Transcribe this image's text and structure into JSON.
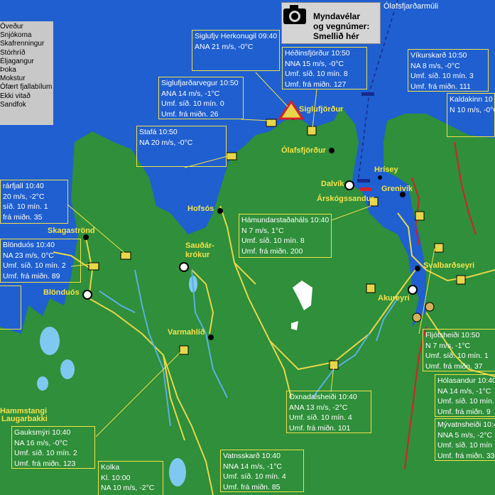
{
  "legend": {
    "items": [
      "Óveður",
      "Snjókoma",
      "Skafrenningur",
      "Stórhríð",
      "Éljagangur",
      "Þoka",
      "Mokstur",
      "Ófært fjallabílum",
      "Ekki vitað",
      "Sandfok"
    ]
  },
  "camera_banner": {
    "line1": "Myndavélar",
    "line2": "og vegnúmer:",
    "line3": "Smellið hér"
  },
  "place_olafsfjardarmuli": "Ólafsfjarðarmúli",
  "stations": {
    "siglufjardarvegur": {
      "name": "Siglufjarðarvegur 10:50",
      "wind": "ANA 14 m/s, -1°C",
      "traffic10": "Umf. síð. 10 mín. 0",
      "trafficMid": "Umf. frá miðn. 26"
    },
    "siglufjv_herkonugil": {
      "name": "Siglufjv Herkonugil 09:40",
      "wind": "ANA 21 m/s, -0°C"
    },
    "hedinsfjordur": {
      "name": "Héðinsfjörður 10:50",
      "wind": "NNA 15 m/s, -0°C",
      "traffic10": "Umf. síð. 10 mín. 8",
      "trafficMid": "Umf. frá miðn. 127"
    },
    "vikurskard": {
      "name": "Víkurskarð 10:50",
      "wind": "NA 8 m/s, -0°C",
      "traffic10": "Umf. síð. 10 mín. 3",
      "trafficMid": "Umf. frá miðn. 111"
    },
    "kaldakinn": {
      "name": "Kaldakinn 10",
      "wind": "N 10 m/s, -0°C"
    },
    "stafa": {
      "name": "Stafá 10:50",
      "wind": "NA 20 m/s, -0°C"
    },
    "thverarfjall": {
      "name": "rárfjall 10:40",
      "wind": "20 m/s, -2°C",
      "traffic10": "síð. 10 mín. 1",
      "trafficMid": "frá miðn. 35"
    },
    "blonduos": {
      "name": "Blönduós 10:40",
      "wind": "NA 23 m/s, 0°C",
      "traffic10": "Umf. síð. 10 mín. 2",
      "trafficMid": "Umf. frá miðn. 89"
    },
    "hamundarstadahals": {
      "name": "Hámundarstaðaháls 10:40",
      "wind": "N 7 m/s, 1°C",
      "traffic10": "Umf. síð. 10 mín. 8",
      "trafficMid": "Umf. frá miðn. 200"
    },
    "fljotsheidi": {
      "name": "Fljótsheiði 10:50",
      "wind": "N 7 m/s, -1°C",
      "traffic10": "Umf. síð. 10 mín. 1",
      "trafficMid": "Umf. frá miðn. 37"
    },
    "holasandur": {
      "name": "Hólasandur 10:40",
      "wind": "NA 14 m/s, -1°C",
      "traffic10": "Umf. síð. 10 mín. 2",
      "trafficMid": "Umf. frá miðn. 9"
    },
    "myvatnsheidi": {
      "name": "Mývatnsheiði 10:4",
      "wind": "NNA 5 m/s, -2°C",
      "traffic10": "Umf. síð. 10 mín",
      "trafficMid": "Umf. frá miðn. 33"
    },
    "oxnadalsheidi": {
      "name": "Öxnadalsheiði 10:40",
      "wind": "ANA 13 m/s, -2°C",
      "traffic10": "Umf. síð. 10 mín. 4",
      "trafficMid": "Umf. frá miðn. 101"
    },
    "gauksmyri": {
      "name": "Gauksmýri 10:40",
      "wind": "NA 16 m/s, -0°C",
      "traffic10": "Umf. síð. 10 mín. 2",
      "trafficMid": "Umf. frá miðn. 123"
    },
    "kolka": {
      "name": "Kolka",
      "wind": "Kl. 10:00",
      "traffic10": "NA 10 m/s, -2°C"
    },
    "vatnsskard": {
      "name": "Vatnsskarð 10:40",
      "wind": "NNA 14 m/s, -1°C",
      "traffic10": "Umf. síð. 10 mín. 4",
      "trafficMid": "Umf. frá miðn. 85"
    }
  },
  "towns": {
    "siglufjordur": "Siglufjörður",
    "olafsfjordur": "Ólafsfjörður",
    "dalvik": "Dalvík",
    "hrisey": "Hrísey",
    "arskogssandur": "Árskógssandur",
    "grenivik": "Grenivík",
    "hofsos": "Hofsós",
    "saudarkrokur_1": "Sauðár-",
    "saudarkrokur_2": "krókur",
    "skagastrond": "Skagaströnd",
    "blonduos": "Blönduós",
    "varmahlid": "Varmahlíð",
    "akureyri": "Akureyri",
    "svalbardseyri": "Svalbarðseyri",
    "hvammstangi": "Hammstangi",
    "laugarbakki": "Laugarbakki"
  },
  "colors": {
    "land": "#2f8f3a",
    "sea": "#1f5fd0",
    "label_border": "#f2e24c",
    "town_text": "#f2e24c",
    "road_yellow": "#e8d64a",
    "road_red": "#d2202a",
    "river": "#5ab0e0"
  }
}
